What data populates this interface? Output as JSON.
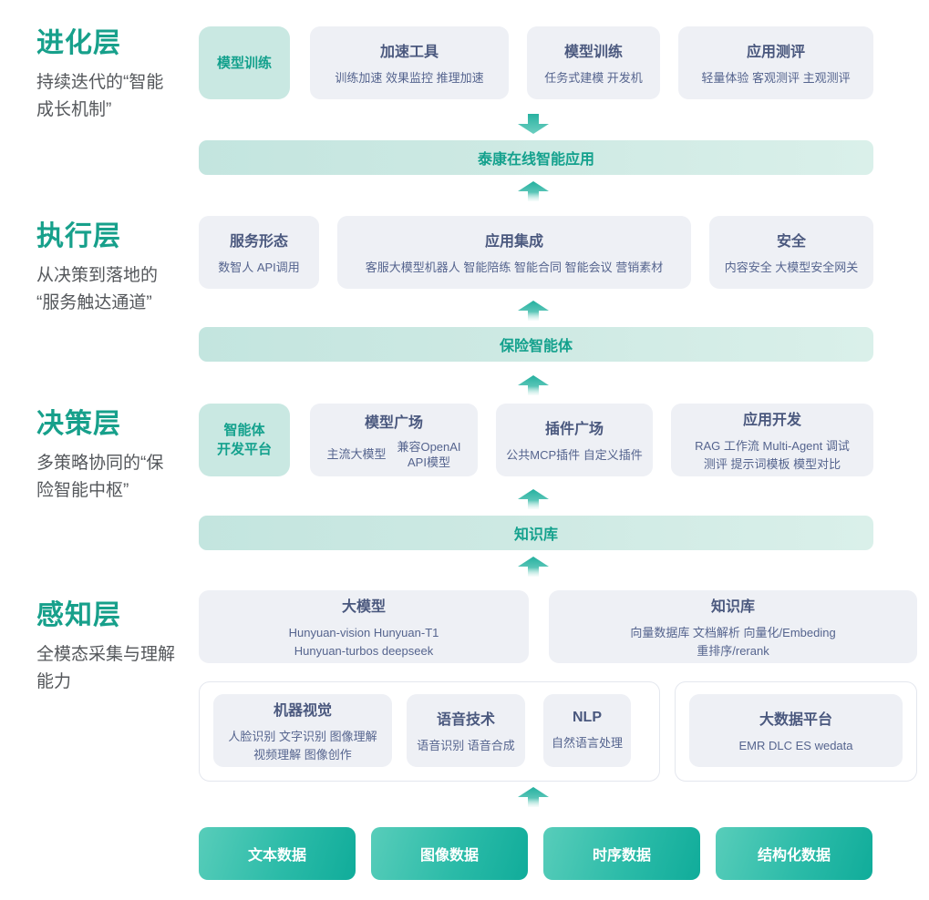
{
  "layers": [
    {
      "title": "进化层",
      "subtitle": "持续迭代的“智能\n成长机制”"
    },
    {
      "title": "执行层",
      "subtitle": "从决策到落地的\n“服务触达通道”"
    },
    {
      "title": "决策层",
      "subtitle": "多策略协同的“保\n险智能中枢”"
    },
    {
      "title": "感知层",
      "subtitle": "全模态采集与理解\n能力"
    }
  ],
  "evolution": {
    "highlight": "模型训练",
    "boxes": [
      {
        "title": "加速工具",
        "items": "训练加速 效果监控 推理加速"
      },
      {
        "title": "模型训练",
        "items": "任务式建模 开发机"
      },
      {
        "title": "应用测评",
        "items": "轻量体验 客观测评 主观测评"
      }
    ]
  },
  "banners": {
    "app": "泰康在线智能应用",
    "agent": "保险智能体",
    "knowledge": "知识库"
  },
  "execution": {
    "boxes": [
      {
        "title": "服务形态",
        "items": "数智人  API调用"
      },
      {
        "title": "应用集成",
        "items": "客服大模型机器人  智能陪练 智能合同 智能会议 营销素材"
      },
      {
        "title": "安全",
        "items": "内容安全 大模型安全网关"
      }
    ]
  },
  "decision": {
    "highlight": "智能体\n开发平台",
    "model_plaza": {
      "title": "模型广场",
      "item1": "主流大模型",
      "item2": "兼容OpenAI\nAPI模型"
    },
    "plugin_plaza": {
      "title": "插件广场",
      "items": "公共MCP插件 自定义插件"
    },
    "app_dev": {
      "title": "应用开发",
      "items": "RAG 工作流 Multi-Agent 调试\n测评 提示词模板 模型对比"
    }
  },
  "perception": {
    "llm": {
      "title": "大模型",
      "items": "Hunyuan-vision Hunyuan-T1\nHunyuan-turbos deepseek"
    },
    "kb": {
      "title": "知识库",
      "items": "向量数据库  文档解析 向量化/Embeding\n重排序/rerank"
    },
    "vision": {
      "title": "机器视觉",
      "items": "人脸识别 文字识别 图像理解\n视频理解 图像创作"
    },
    "speech": {
      "title": "语音技术",
      "items": "语音识别 语音合成"
    },
    "nlp": {
      "title": "NLP",
      "items": "自然语言处理"
    },
    "bigdata": {
      "title": "大数据平台",
      "items": "EMR DLC ES wedata"
    }
  },
  "data_sources": [
    "文本数据",
    "图像数据",
    "时序数据",
    "结构化数据"
  ],
  "colors": {
    "accent": "#17A08B",
    "arrow": "#2BB3A2",
    "banner_bg": "#CDE9E3",
    "teal_box_bg": "#C9E8E2",
    "gray_box_bg": "#EEF0F5",
    "box_title": "#4A587E",
    "box_text": "#55648E",
    "button_gradient_start": "#58CDBA",
    "button_gradient_end": "#10AC9A"
  }
}
